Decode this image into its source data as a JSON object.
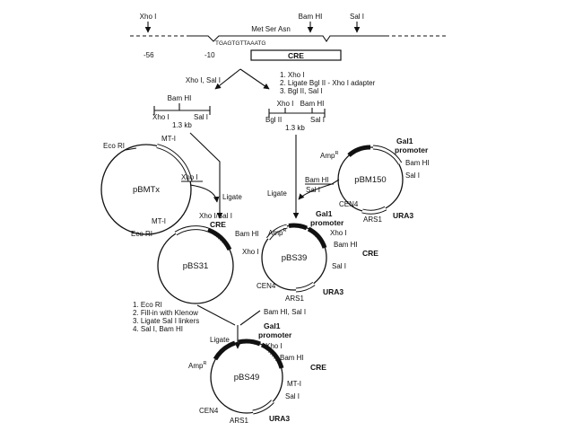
{
  "top": {
    "xho": "Xho I",
    "bam": "Bam HI",
    "sal": "Sal I",
    "protein": "Met Ser Asn",
    "sequence": "TGAGTGTTAAATG",
    "pos1": "-56",
    "pos2": "-10",
    "cre": "CRE"
  },
  "left_branch": {
    "digest": "Xho I, Sal I",
    "bam": "Bam HI",
    "xho": "Xho I",
    "sal": "Sal I",
    "size": "1.3 kb"
  },
  "right_branch": {
    "steps": [
      "1. Xho I",
      "2. Ligate Bgl II - Xho I adapter",
      "3. Bgl II, Sal I"
    ],
    "xho": "Xho I",
    "bam": "Bam HI",
    "bgl": "Bgl II",
    "sal": "Sal I",
    "size": "1.3 kb"
  },
  "pBMTx": {
    "name": "pBMTx",
    "eco": "Eco RI",
    "mt": "MT-I",
    "xho": "Xho I"
  },
  "ligate1": "Ligate",
  "pBM150": {
    "name": "pBM150",
    "gal1": "Gal1",
    "promoter": "promoter",
    "bam": "Bam HI",
    "sal": "Sal I",
    "amp": "Amp",
    "cen": "CEN4",
    "ars": "ARS1",
    "ura": "URA3",
    "insert_bam": "Bam HI",
    "insert_sal": "Sal I"
  },
  "ligate2": "Ligate",
  "pBS31": {
    "name": "pBS31",
    "xhosal": "Xho I/Sal I",
    "cre": "CRE",
    "mt": "MT-I",
    "eco": "Eco RI",
    "bam": "Bam HI",
    "xho": "Xho I"
  },
  "pBS39": {
    "name": "pBS39",
    "gal1": "Gal1",
    "promoter": "promoter",
    "amp": "Amp",
    "xho": "Xho I",
    "bam": "Bam HI",
    "cre": "CRE",
    "sal": "Sal I",
    "cen": "CEN4",
    "ars": "ARS1",
    "ura": "URA3"
  },
  "steps3": [
    "1. Eco RI",
    "2. Fill-in with Klenow",
    "3. Ligate Sal I linkers",
    "4. Sal I, Bam HI"
  ],
  "digest3": "Bam HI, Sal I",
  "ligate3": "Ligate",
  "pBS49": {
    "name": "pBS49",
    "gal1": "Gal1",
    "promoter": "promoter",
    "xho": "Xho I",
    "bam": "Bam HI",
    "cre": "CRE",
    "mt": "MT-I",
    "sal": "Sal I",
    "amp": "Amp",
    "cen": "CEN4",
    "ars": "ARS1",
    "ura": "URA3"
  },
  "superscript_r": "R"
}
